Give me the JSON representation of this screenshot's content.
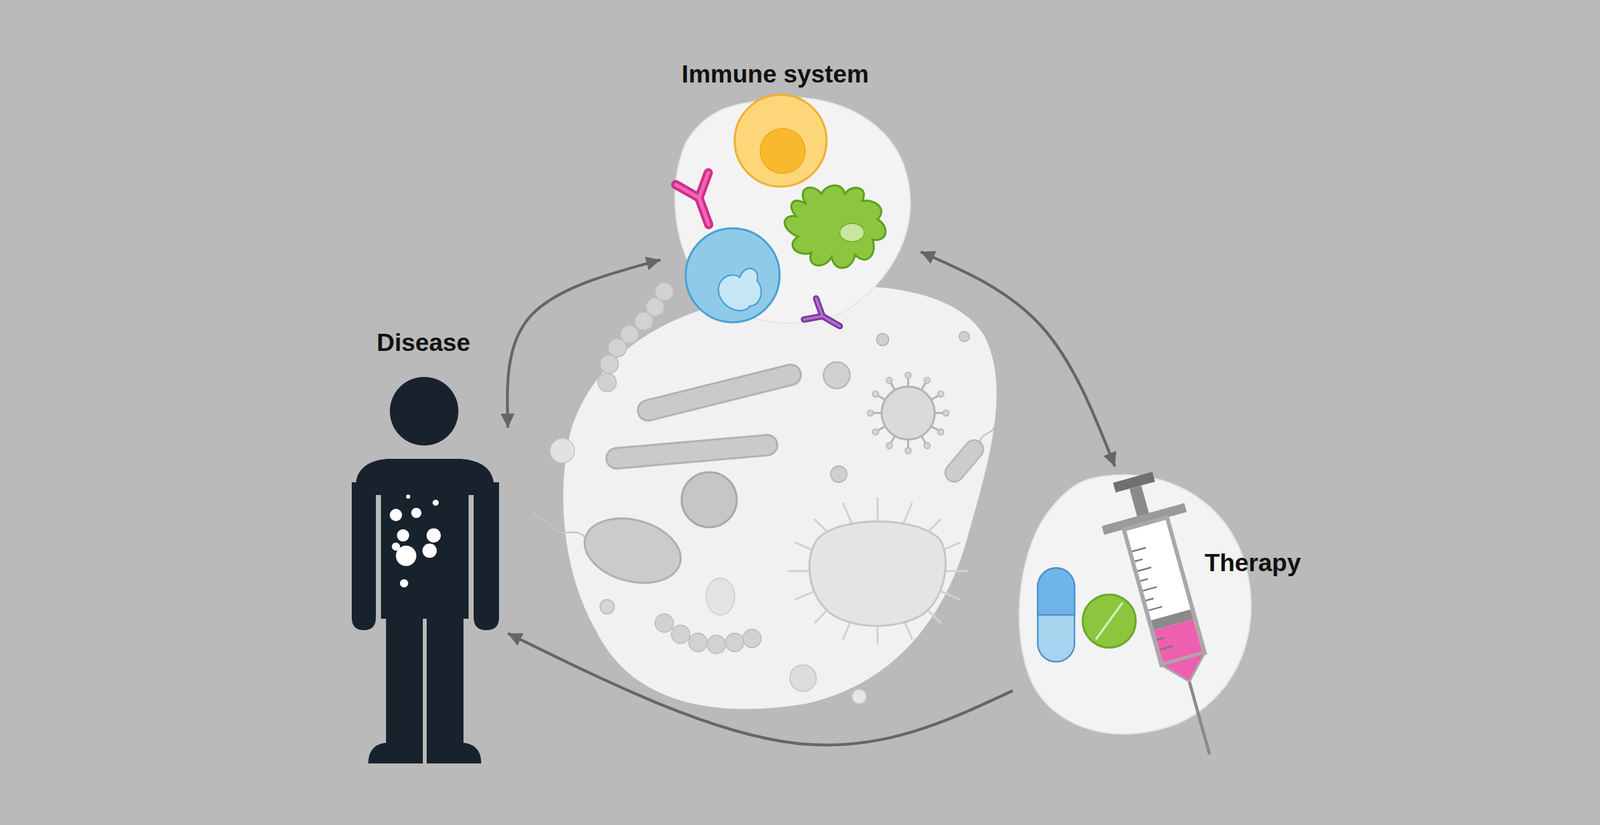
{
  "diagram": {
    "nodes": [
      {
        "text": [
          "Immune system"
        ]
      },
      {
        "text": [
          "Disease"
        ]
      },
      {
        "text": [
          "Therapy"
        ]
      }
    ],
    "edges": [
      {
        "from": 1,
        "to": 0,
        "arrow": "both"
      },
      {
        "from": 0,
        "to": 2,
        "arrow": "both"
      },
      {
        "from": 2,
        "to": 1,
        "arrow": "to"
      }
    ]
  }
}
